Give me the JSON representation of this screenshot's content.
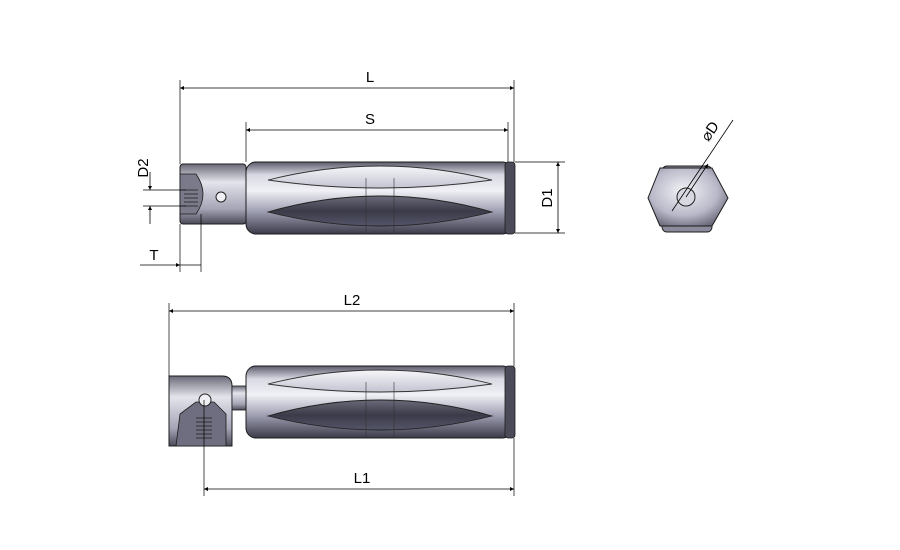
{
  "dimensions": {
    "L": "L",
    "S": "S",
    "D2": "D2",
    "D1": "D1",
    "T": "T",
    "D": "D",
    "diameter_symbol": "⌀",
    "L2": "L2",
    "L1": "L1"
  },
  "colors": {
    "body_light": "#e6e6ee",
    "body_mid": "#9a9aae",
    "body_dark": "#3e3e4e",
    "grip_dark": "#454552",
    "line": "#000000"
  }
}
